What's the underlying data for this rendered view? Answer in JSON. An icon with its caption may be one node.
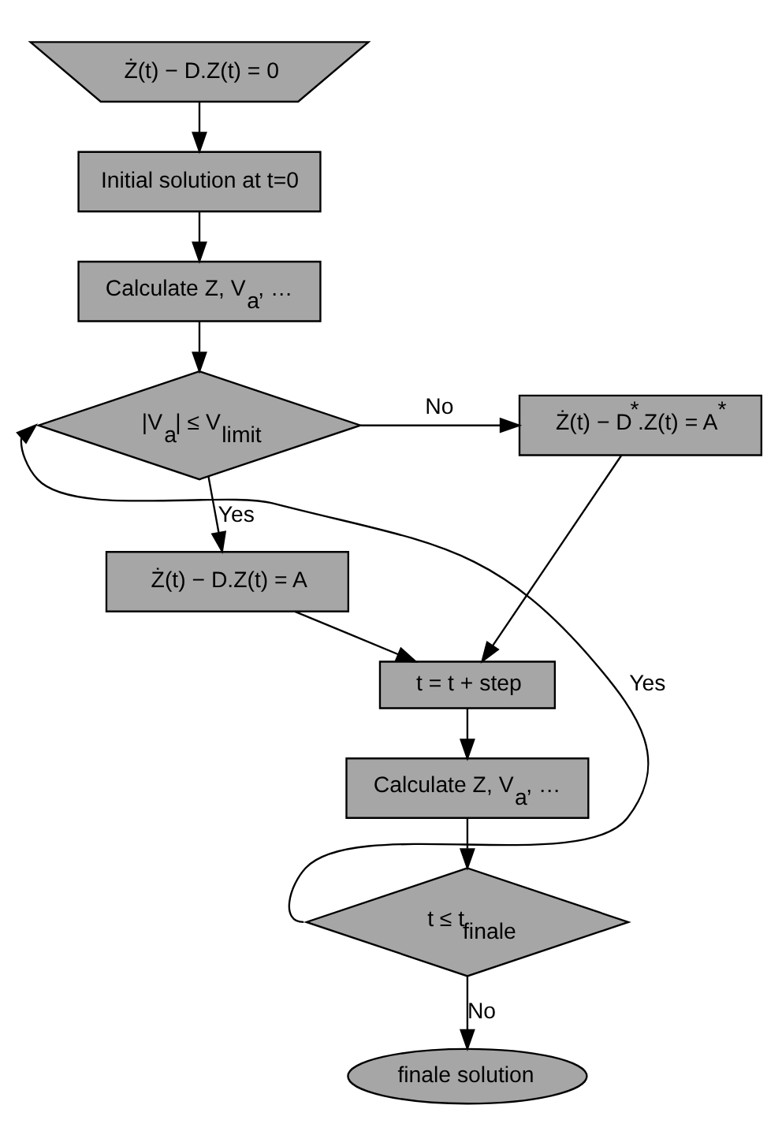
{
  "diagram": {
    "nodes": [
      {
        "text": [
          "Ż(t) − D.Z(t) = 0"
        ]
      },
      {
        "text": [
          "Initial solution at t=0"
        ]
      },
      {
        "text": [
          "Calculate Z, V$_{a}$, …"
        ]
      },
      {
        "text": [
          "|V$_{a}$| ≤ V$_{limit}$"
        ]
      },
      {
        "text": [
          "Ż(t) − D$^{*}$.Z(t) = A$^{*}$"
        ]
      },
      {
        "text": [
          "Ż(t) − D.Z(t) = A"
        ]
      },
      {
        "text": [
          "t = t + step"
        ]
      },
      {
        "text": [
          "Calculate Z, V$_{a}$, …"
        ]
      },
      {
        "text": [
          "t ≤ t$_{finale}$"
        ]
      },
      {
        "text": [
          "finale solution"
        ]
      }
    ],
    "edges": [
      {
        "from": 0,
        "to": 1,
        "arrow": "to"
      },
      {
        "from": 1,
        "to": 2,
        "arrow": "to"
      },
      {
        "from": 2,
        "to": 3,
        "arrow": "to"
      },
      {
        "from": 3,
        "to": 4,
        "arrow": "to",
        "label": "No"
      },
      {
        "from": 3,
        "to": 5,
        "arrow": "to",
        "label": "Yes"
      },
      {
        "from": 5,
        "to": 6,
        "arrow": "to"
      },
      {
        "from": 4,
        "to": 6,
        "arrow": "to"
      },
      {
        "from": 6,
        "to": 7,
        "arrow": "to"
      },
      {
        "from": 7,
        "to": 8,
        "arrow": "to"
      },
      {
        "from": 8,
        "to": 3,
        "arrow": "to",
        "label": "Yes"
      },
      {
        "from": 8,
        "to": 9,
        "arrow": "to",
        "label": "No"
      }
    ]
  }
}
